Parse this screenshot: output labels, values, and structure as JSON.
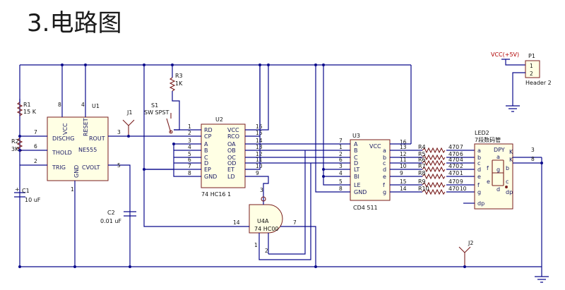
{
  "heading": {
    "number": "3.",
    "title": "电路图"
  },
  "components": {
    "r1": {
      "ref": "R1",
      "value": "15 K"
    },
    "r2": {
      "ref": "R2",
      "value": "3K"
    },
    "c1": {
      "ref": "C1",
      "value": "10 uF"
    },
    "c2": {
      "ref": "C2",
      "value": "0.01 uF"
    },
    "r3": {
      "ref": "R3",
      "value": "1K"
    },
    "s1": {
      "ref": "S1",
      "value": "SW SPST"
    },
    "j1": {
      "ref": "J1"
    },
    "j2": {
      "ref": "J2"
    },
    "p1": {
      "ref": "P1",
      "value": "Header 2",
      "pins": [
        "1",
        "2"
      ]
    },
    "vcc": {
      "label": "VCC(+5V)"
    },
    "u1": {
      "ref": "U1",
      "value": "NE555",
      "pins": {
        "dis": "DISCHG",
        "thold": "THOLD",
        "trig": "TRIG",
        "vcc": "VCC",
        "reset": "RESET",
        "rout": "ROUT",
        "cvolt": "CVOLT",
        "gnd": "GND"
      },
      "pin_numbers": {
        "dis": "7",
        "thold": "6",
        "trig": "2",
        "vcc": "8",
        "reset": "4",
        "rout": "3",
        "cvolt": "5",
        "gnd": "1"
      }
    },
    "u2": {
      "ref": "U2",
      "value": "74 HC16 1",
      "left_pins": [
        "RD",
        "CP",
        "A",
        "B",
        "C",
        "D",
        "EP",
        "GND"
      ],
      "left_nums": [
        "1",
        "2",
        "3",
        "4",
        "5",
        "6",
        "7",
        "8"
      ],
      "right_pins": [
        "VCC",
        "RCO",
        "OA",
        "OB",
        "OC",
        "OD",
        "ET",
        "LD"
      ],
      "right_nums": [
        "16",
        "15",
        "14",
        "13",
        "12",
        "11",
        "10",
        "9"
      ]
    },
    "u3": {
      "ref": "U3",
      "value": "CD4 511",
      "left_pins": [
        "A",
        "B",
        "C",
        "D",
        "LT",
        "BI",
        "LE",
        "GND"
      ],
      "left_nums": [
        "7",
        "1",
        "2",
        "6",
        "3",
        "4",
        "5",
        "8"
      ],
      "right_pins": [
        "a",
        "b",
        "c",
        "d",
        "e",
        "f",
        "g"
      ],
      "right_nums": [
        "13",
        "12",
        "11",
        "10",
        "9",
        "15",
        "14"
      ],
      "vcc_label": "VCC",
      "vcc_num": "16"
    },
    "u4": {
      "ref": "U4A",
      "value": "74 HC00",
      "pin_in1": "1",
      "pin_in2": "2",
      "pin_out": "3",
      "label_14": "14",
      "label_7": "7"
    },
    "resistors": [
      {
        "ref": "R4",
        "value": "470",
        "pin": "7"
      },
      {
        "ref": "R5",
        "value": "470",
        "pin": "6"
      },
      {
        "ref": "R6",
        "value": "470",
        "pin": "4"
      },
      {
        "ref": "R7",
        "value": "470",
        "pin": "2"
      },
      {
        "ref": "R8",
        "value": "470",
        "pin": "1"
      },
      {
        "ref": "R9",
        "value": "470",
        "pin": "9"
      },
      {
        "ref": "R10",
        "value": "470",
        "pin": "10"
      }
    ],
    "led2": {
      "ref": "LED2",
      "value": "7段数码管",
      "label": "DPY",
      "pins": [
        "a",
        "b",
        "c",
        "d",
        "e",
        "f",
        "g",
        "dp"
      ],
      "k_label": "K",
      "k_nums": [
        "3",
        "8"
      ],
      "seg_labels": [
        "a",
        "f",
        "g",
        "b",
        "e",
        "c",
        "d",
        "dp"
      ]
    }
  }
}
